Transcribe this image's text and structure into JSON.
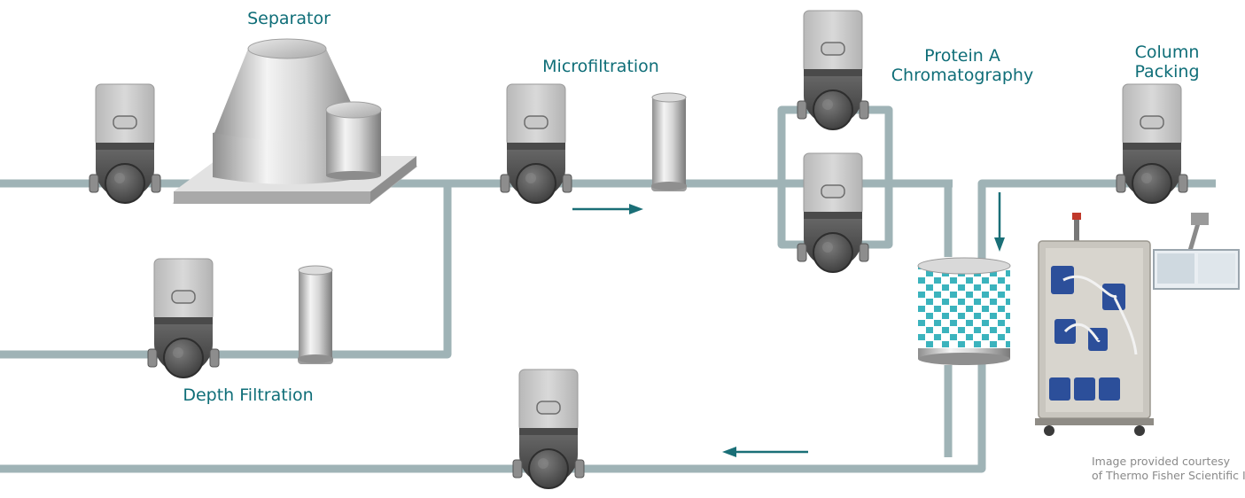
{
  "labels": {
    "separator": "Separator",
    "microfiltration": "Microfiltration",
    "protein_a": [
      "Protein A",
      "Chromatography"
    ],
    "column_packing": [
      "Column",
      "Packing"
    ],
    "depth_filtration": "Depth Filtration"
  },
  "credit": [
    "Image provided courtesy",
    "of Thermo Fisher Scientific Inc."
  ],
  "colors": {
    "pipe": "#9fb3b6",
    "accent": "#1a6f77",
    "resin": "#3bb3bd"
  },
  "icons": [
    "peristaltic-pump-icon",
    "separator-icon",
    "filter-cartridge-icon",
    "chromatography-column-icon",
    "column-packing-system-icon",
    "flow-arrow-icon"
  ]
}
